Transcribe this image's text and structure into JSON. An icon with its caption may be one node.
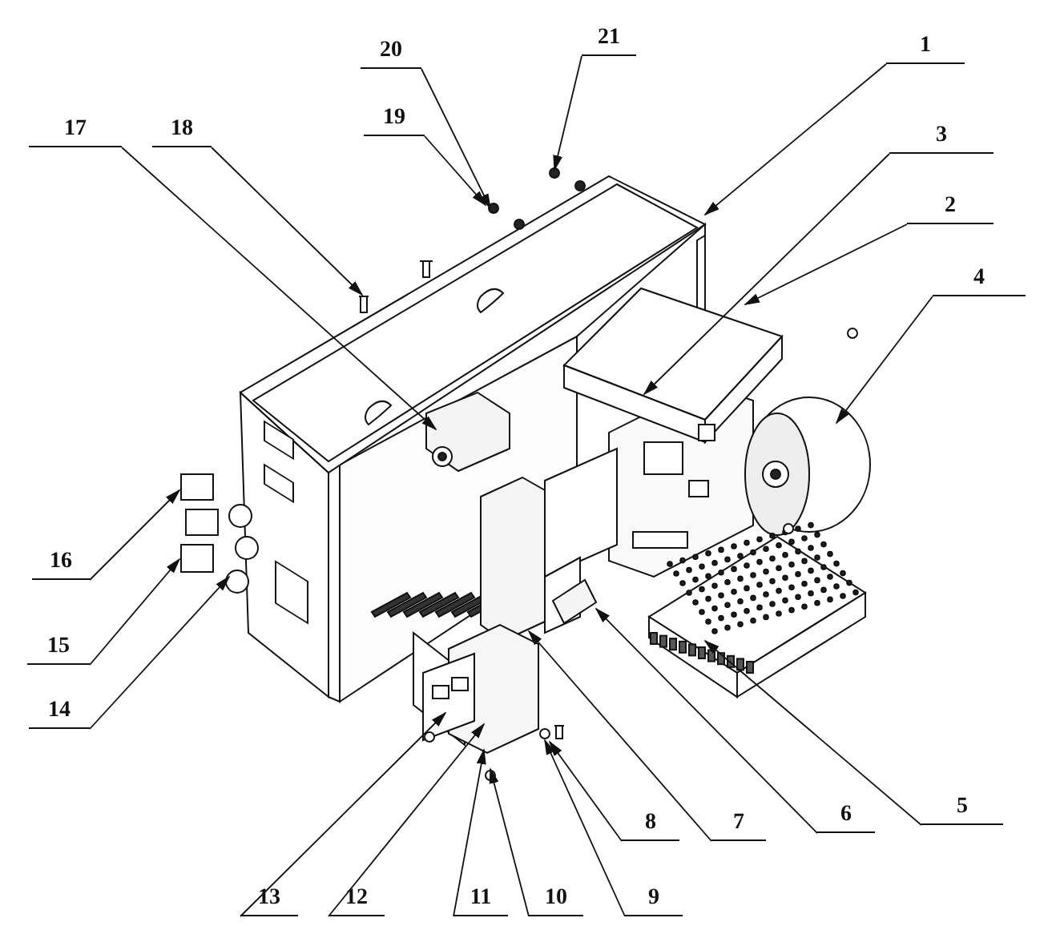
{
  "diagram": {
    "nodes": [
      {
        "text": [
          "1"
        ]
      },
      {
        "text": [
          "2"
        ]
      },
      {
        "text": [
          "3"
        ]
      },
      {
        "text": [
          "4"
        ]
      },
      {
        "text": [
          "5"
        ]
      },
      {
        "text": [
          "6"
        ]
      },
      {
        "text": [
          "7"
        ]
      },
      {
        "text": [
          "8"
        ]
      },
      {
        "text": [
          "9"
        ]
      },
      {
        "text": [
          "10"
        ]
      },
      {
        "text": [
          "11"
        ]
      },
      {
        "text": [
          "12"
        ]
      },
      {
        "text": [
          "13"
        ]
      },
      {
        "text": [
          "14"
        ]
      },
      {
        "text": [
          "15"
        ]
      },
      {
        "text": [
          "16"
        ]
      },
      {
        "text": [
          "17"
        ]
      },
      {
        "text": [
          "18"
        ]
      },
      {
        "text": [
          "19"
        ]
      },
      {
        "text": [
          "20"
        ]
      },
      {
        "text": [
          "21"
        ]
      }
    ],
    "edges": [
      {
        "from": 0,
        "to": null,
        "arrow": "to"
      },
      {
        "from": 1,
        "to": null,
        "arrow": "to"
      },
      {
        "from": 2,
        "to": null,
        "arrow": "to"
      },
      {
        "from": 3,
        "to": null,
        "arrow": "to"
      },
      {
        "from": 4,
        "to": null,
        "arrow": "to"
      },
      {
        "from": 5,
        "to": null,
        "arrow": "to"
      },
      {
        "from": 6,
        "to": null,
        "arrow": "to"
      },
      {
        "from": 7,
        "to": null,
        "arrow": "to"
      },
      {
        "from": 8,
        "to": null,
        "arrow": "to"
      },
      {
        "from": 9,
        "to": null,
        "arrow": "to"
      },
      {
        "from": 10,
        "to": null,
        "arrow": "to"
      },
      {
        "from": 11,
        "to": null,
        "arrow": "to"
      },
      {
        "from": 12,
        "to": null,
        "arrow": "to"
      },
      {
        "from": 13,
        "to": null,
        "arrow": "to"
      },
      {
        "from": 14,
        "to": null,
        "arrow": "to"
      },
      {
        "from": 15,
        "to": null,
        "arrow": "to"
      },
      {
        "from": 16,
        "to": null,
        "arrow": "to"
      },
      {
        "from": 17,
        "to": null,
        "arrow": "to"
      },
      {
        "from": 18,
        "to": null,
        "arrow": "to"
      },
      {
        "from": 19,
        "to": null,
        "arrow": "to"
      },
      {
        "from": 20,
        "to": null,
        "arrow": "to"
      }
    ]
  }
}
